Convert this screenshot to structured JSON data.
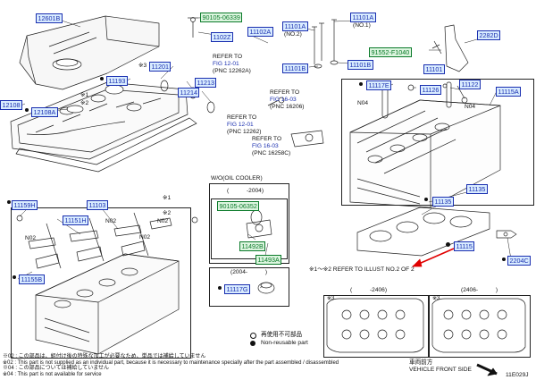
{
  "parts": {
    "p12601B": "12601B",
    "p90105": "90105-06339",
    "p1102Z": "1102Z",
    "p11102A": "11102A",
    "p11101A_left": "11101A",
    "p11101A_right": "11101A",
    "p2282D": "2282D",
    "p91552": "91552-F1040",
    "p11201": "11201",
    "p11101B_left": "11101B",
    "p11101B_right": "11101B",
    "p11193": "11193",
    "p11213": "11213",
    "p11214": "11214",
    "p12108": "12108",
    "p12108A": "12108A",
    "p11101_right": "11101",
    "p11117E": "11117E",
    "p11126": "11126",
    "p11122": "11122",
    "p11115A": "11115A",
    "p11135_a": "11135",
    "p11135_b": "11135",
    "p11159H": "11159H",
    "p11103": "11103",
    "p11151H": "11151H",
    "p11155B": "11155B",
    "p90105b": "90105-06352",
    "p11492B": "11492B",
    "p11493A": "11493A",
    "p11117G": "11117G",
    "p11115": "11115",
    "p2204C": "2204C"
  },
  "labels": {
    "noteB": "(NO.2)",
    "noteC": "(NO.1)",
    "note3": "※3",
    "note1": "※1",
    "note2": "※2",
    "note1b": "※1",
    "note2b": "※2",
    "n04a": "N04",
    "n04b": "N04",
    "n02a": "N02",
    "n02b": "N02",
    "n02c": "N02",
    "n02d": "N02",
    "ref1": "REFER TO",
    "ref1fig": "FIG 12-01",
    "ref1pnc": "(PNC 12262A)",
    "ref2": "REFER TO",
    "ref2fig": "FIG 16-03",
    "ref2pnc": "(PNC 16206)",
    "ref3": "REFER TO",
    "ref3fig": "FIG 12-01",
    "ref3pnc": "(PNC 12262)",
    "ref4": "REFER TO",
    "ref4fig": "FIG 16-03",
    "ref4pnc": "(PNC 16258C)",
    "woil": "W/O(OIL COOLER)",
    "y2004a": "(　　　-2004)",
    "y2004b": "(2004-　　　)",
    "illustRef": "※1～※2  REFER TO ILLUST NO.2 OF 2",
    "y2406a": "(　　　-2406)",
    "y2406b": "(2406-　　　)",
    "sub3a": "※3",
    "sub3b": "※3",
    "legend1": "再使用不可部品",
    "legend2": "Non-reusable part",
    "vehicleJp": "車両前方",
    "vehicleEn": "VEHICLE FRONT SIDE",
    "figId": "11E029J",
    "foot1": "※02 : この部品は、組付け後の特殊な加工が必要なため、単品では補給していません",
    "foot2": "※02 : This part is not supplied as an individual part, because it is necessary to maintenance specially after the part assembled / disassembled",
    "foot3": "※04 : この部品については補給していません",
    "foot4": "※04 : This part is not available for service"
  }
}
